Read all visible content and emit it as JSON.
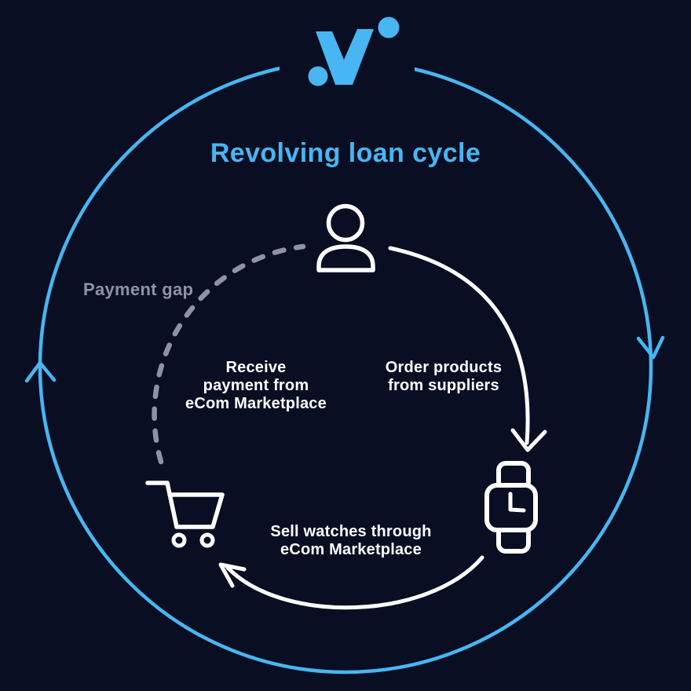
{
  "colors": {
    "background": "#0a0e22",
    "accent_blue": "#47b6f2",
    "text_white": "#ffffff",
    "muted_gray": "#8d93a4"
  },
  "logo": {
    "icon": "v-logo"
  },
  "diagram": {
    "title": "Revolving loan cycle",
    "payment_gap_label": "Payment gap",
    "nodes": [
      {
        "id": "merchant",
        "icon": "person-icon"
      },
      {
        "id": "watches",
        "icon": "watch-icon"
      },
      {
        "id": "marketplace",
        "icon": "shopping-cart-icon"
      }
    ],
    "steps": {
      "order": "Order products\nfrom suppliers",
      "sell": "Sell watches through\neCom Marketplace",
      "receive": "Receive\npayment from\neCom Marketplace"
    }
  }
}
